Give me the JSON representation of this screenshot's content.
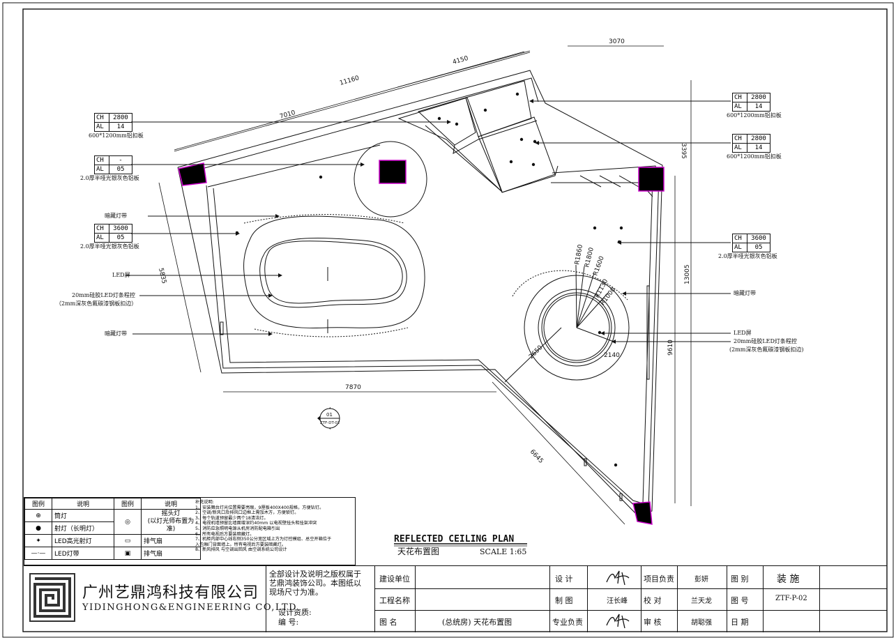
{
  "plan": {
    "title_en": "REFLECTED CEILING PLAN",
    "title_cn": "天花布置图",
    "scale": "SCALE 1:65",
    "section_marker": {
      "num": "01",
      "ref": "ZTF-DT-02"
    }
  },
  "dimensions": {
    "d11160": "11160",
    "d4150": "4150",
    "d7010": "7010",
    "d3070": "3070",
    "d3395": "3395",
    "d5835": "5835",
    "d13005": "13005",
    "d9610": "9610",
    "d7870": "7870",
    "d6645": "6645",
    "d2650": "2650",
    "d2140": "2140",
    "r1860": "R1860",
    "r1800": "R1800",
    "r1600": "R1600",
    "r1130": "R1130",
    "r1000": "R1000"
  },
  "tags": {
    "t1": {
      "ch_label": "CH",
      "ch_val": "2800",
      "al_label": "AL",
      "al_val": "14",
      "note": "600*1200mm铝扣板"
    },
    "t2": {
      "ch_label": "CH",
      "ch_val": "-",
      "al_label": "AL",
      "al_val": "05",
      "note": "2.0厚半哑光银灰色铝板"
    },
    "t3": {
      "ch_label": "CH",
      "ch_val": "3600",
      "al_label": "AL",
      "al_val": "05",
      "note": "2.0厚半哑光银灰色铝板"
    },
    "t4": {
      "ch_label": "CH",
      "ch_val": "2800",
      "al_label": "AL",
      "al_val": "14",
      "note": "600*1200mm铝扣板"
    },
    "t5": {
      "ch_label": "CH",
      "ch_val": "2800",
      "al_label": "AL",
      "al_val": "14",
      "note": "600*1200mm铝扣板"
    },
    "t6": {
      "ch_label": "CH",
      "ch_val": "3600",
      "al_label": "AL",
      "al_val": "05",
      "note": "2.0厚半哑光银灰色铝板"
    }
  },
  "labels": {
    "hidden_strip_1": "暗藏灯带",
    "led_screen_1": "LED屏",
    "strip_1a": "20mm硅胶LED灯条程控",
    "strip_1b": "（2mm深灰色氟碳漆钢板扣边）",
    "hidden_strip_2": "暗藏灯带",
    "hidden_strip_3": "暗藏灯带",
    "led_screen_2": "LED屏",
    "strip_2a": "20mm硅胶LED灯条程控",
    "strip_2b": "(2mm深灰色氟碳漆钢板扣边)"
  },
  "legend": {
    "h_icon1": "图例",
    "h_desc1": "说明",
    "h_icon2": "图例",
    "h_desc2": "说明",
    "r1": "筒灯",
    "r2": "射灯（长明灯）",
    "r3": "LED高光射灯",
    "r4": "LED灯带",
    "moving_head_1": "摇头灯",
    "moving_head_2": "(以灯光师布置为准)",
    "exhaust_1": "排气扇",
    "exhaust_2": "排气扇",
    "notes_title": "补充说明:",
    "notes": [
      "1、安装舞台灯光位置需要亮眼，9厘板400X400规格，方便钻钉。",
      "2、空调/新风口及排风口边框上需加木方，方便锁钉。",
      "3、每个轨道预留最少两个18清洁灯。",
      "4、电视机墙预留比墙面增深约40mm 以电视壁挂头和挂架冲突",
      "5、消防应急照明电源从机房消防配电箱引出",
      "6、所有电视后方要装暗藏灯。",
      "7、机柜内部中心线右侧350公分宽区域上方为灯控模组、总空开箱位于",
      "   入包厢门背面墙上。所有电视后方要装暗藏灯。",
      "8、新风排风 与空调出回风 由空调系统公司设计"
    ]
  },
  "titleblock": {
    "company_cn": "广州艺鼎鸿科技有限公司",
    "company_en": "YIDINGHONG&ENGINEERING CO,LTD",
    "copyright_1": "全部设计及说明之版权属于",
    "copyright_2": "艺鼎鸿装饰公司。本图纸以",
    "copyright_3": "现场尺寸为准。",
    "qual": "设计资质:",
    "code": "编    号:",
    "client_label": "建设单位",
    "project_label": "工程名称",
    "drawing_label": "图    名",
    "drawing_name": "(总统房) 天花布置图",
    "design_label": "设    计",
    "draw_label": "制    图",
    "draw_name": "汪长峰",
    "major_label": "专业负责",
    "pm_label": "项目负责",
    "pm_name": "彭妍",
    "check_label": "校    对",
    "check_name": "兰天龙",
    "review_label": "审    核",
    "review_name": "胡聪强",
    "category_label": "图    别",
    "category_val": "装  施",
    "number_label": "图    号",
    "number_val": "ZTF-P-02",
    "date_label": "日    期"
  },
  "colors": {
    "line": "#111111",
    "magenta": "#cc00cc"
  }
}
